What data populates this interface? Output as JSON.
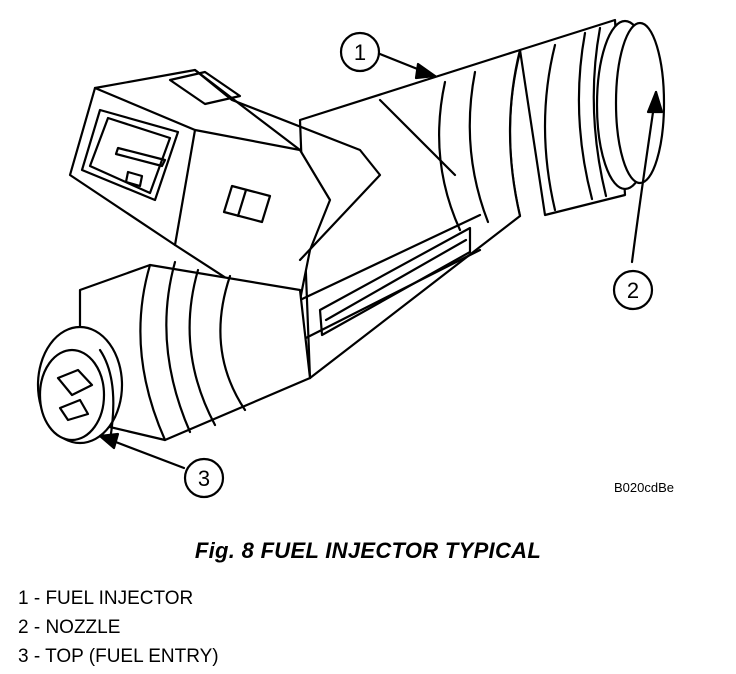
{
  "diagram_code": "B020cdBe",
  "caption": "Fig. 8 FUEL INJECTOR TYPICAL",
  "callouts": [
    {
      "number": "1",
      "label": "FUEL INJECTOR"
    },
    {
      "number": "2",
      "label": "NOZZLE"
    },
    {
      "number": "3",
      "label": "TOP (FUEL ENTRY)"
    }
  ],
  "legend": [
    "1 - FUEL INJECTOR",
    "2 - NOZZLE",
    "3 - TOP (FUEL ENTRY)"
  ]
}
